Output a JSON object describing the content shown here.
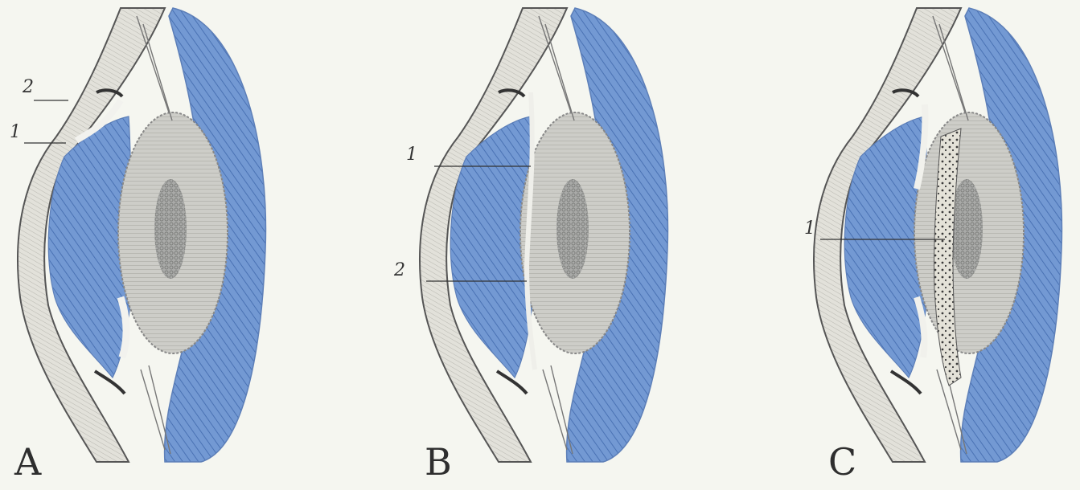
{
  "panels": [
    {
      "letter": "A",
      "labels": [
        "2",
        "1"
      ]
    },
    {
      "letter": "B",
      "labels": [
        "1",
        "2"
      ]
    },
    {
      "letter": "C",
      "labels": [
        "1"
      ]
    }
  ],
  "colors": {
    "background": "#f5f6f0",
    "blue_tissue": "#6f95d1",
    "blue_hatch": "#4c74b6",
    "gray_lens": "#c9cac6",
    "gray_cornea": "#dddcd5",
    "outline": "#4a4a4a"
  }
}
